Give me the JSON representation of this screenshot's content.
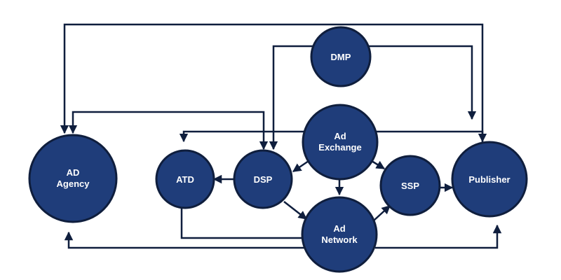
{
  "colors": {
    "node_fill": "#1f3d7a",
    "node_stroke": "#0f1e3d",
    "edge": "#0f1e3d",
    "background": "#ffffff"
  },
  "nodes": {
    "dmp": {
      "lines": [
        "DMP"
      ]
    },
    "ad_exchange": {
      "lines": [
        "Ad",
        "Exchange"
      ]
    },
    "ad_agency": {
      "lines": [
        "AD",
        "Agency"
      ]
    },
    "atd": {
      "lines": [
        "ATD"
      ]
    },
    "dsp": {
      "lines": [
        "DSP"
      ]
    },
    "ssp": {
      "lines": [
        "SSP"
      ]
    },
    "publisher": {
      "lines": [
        "Publisher"
      ]
    },
    "ad_network": {
      "lines": [
        "Ad",
        "Network"
      ]
    }
  }
}
